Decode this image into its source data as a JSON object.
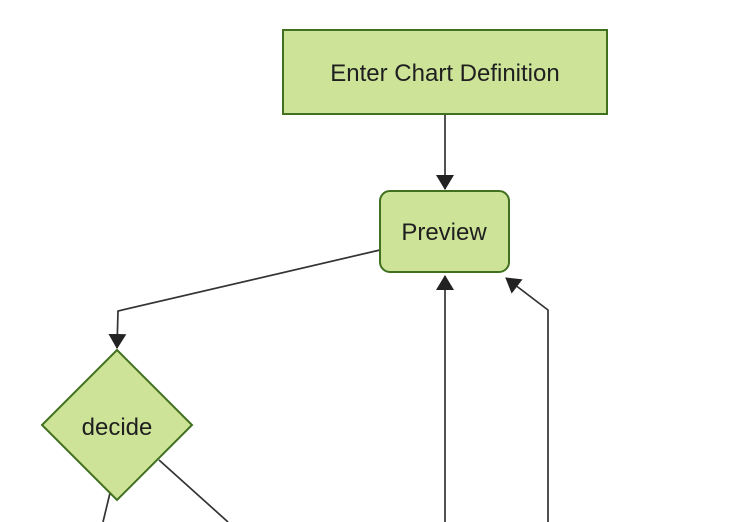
{
  "diagram": {
    "type": "flowchart",
    "direction": "top-down",
    "nodes": [
      {
        "id": "enter-chart-definition",
        "label": "Enter Chart Definition",
        "shape": "rectangle"
      },
      {
        "id": "preview",
        "label": "Preview",
        "shape": "rounded-rectangle"
      },
      {
        "id": "decide",
        "label": "decide",
        "shape": "diamond"
      }
    ],
    "edges": [
      {
        "from": "enter-chart-definition",
        "to": "preview",
        "arrowhead": true
      },
      {
        "from": "preview",
        "to": "decide",
        "arrowhead": true
      },
      {
        "from": "offscreen-bottom",
        "to": "preview",
        "arrowhead": true
      },
      {
        "from": "offscreen-bottom-right",
        "to": "preview",
        "arrowhead": true
      },
      {
        "from": "decide",
        "to": "offscreen-bottom-left",
        "arrowhead": false
      },
      {
        "from": "decide",
        "to": "offscreen-bottom-right",
        "arrowhead": false
      }
    ]
  },
  "colors": {
    "background": "#ffffff",
    "node_fill": "#cde498",
    "node_stroke": "#41701f",
    "edge_stroke": "#333333",
    "arrowhead_fill": "#222222",
    "text": "#1f1f1f"
  }
}
